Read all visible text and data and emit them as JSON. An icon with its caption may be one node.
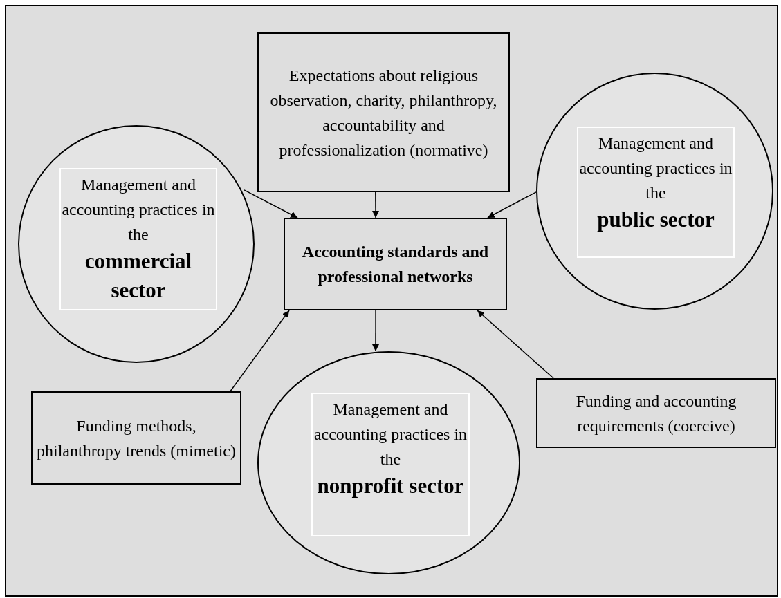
{
  "diagram": {
    "nodes": [
      {
        "text": [
          "Expectations about religious observation, charity, philanthropy, accountability and professionalization (normative)"
        ]
      },
      {
        "text": [
          "Accounting standards and professional networks"
        ]
      },
      {
        "text": [
          "Management and accounting practices in the",
          "commercial sector"
        ]
      },
      {
        "text": [
          "Management and accounting practices in the",
          "public sector"
        ]
      },
      {
        "text": [
          "Management and accounting practices in the",
          "nonprofit sector"
        ]
      },
      {
        "text": [
          "Funding methods, philanthropy trends (mimetic)"
        ]
      },
      {
        "text": [
          "Funding and accounting requirements (coercive)"
        ]
      }
    ],
    "edges": [
      {
        "from": 0,
        "to": 1,
        "arrow": "to"
      },
      {
        "from": 2,
        "to": 1,
        "arrow": "to"
      },
      {
        "from": 3,
        "to": 1,
        "arrow": "to"
      },
      {
        "from": 5,
        "to": 1,
        "arrow": "to"
      },
      {
        "from": 6,
        "to": 1,
        "arrow": "to"
      },
      {
        "from": 1,
        "to": 4,
        "arrow": "to"
      }
    ]
  }
}
